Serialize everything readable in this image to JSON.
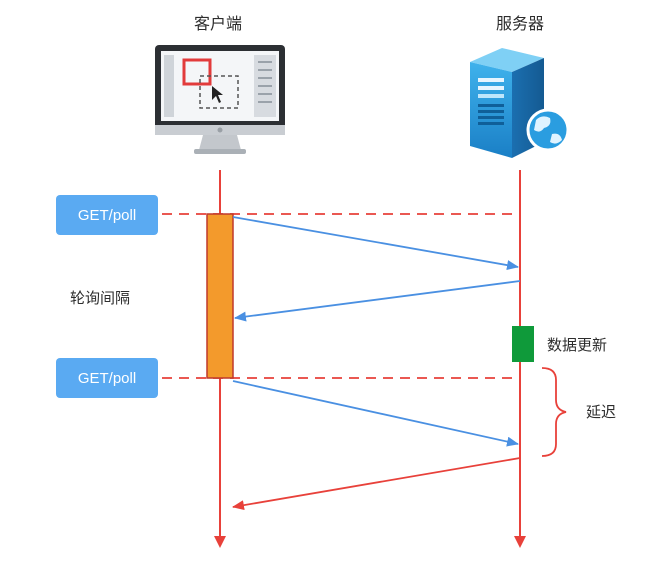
{
  "actors": {
    "client": "客户端",
    "server": "服务器"
  },
  "requests": [
    {
      "label": "GET/poll"
    },
    {
      "label": "GET/poll"
    }
  ],
  "labels": {
    "polling_interval": "轮询间隔",
    "data_update": "数据更新",
    "delay": "延迟"
  },
  "colors": {
    "lifeline": "#e8413a",
    "dashed": "#e8413a",
    "request_arrow": "#4a90e2",
    "response_arrow": "#4a90e2",
    "late_response_arrow": "#e8413a",
    "activation_bar": "#f39a2c",
    "update_box": "#0f9a3a",
    "pill": "#5aaaf2"
  }
}
